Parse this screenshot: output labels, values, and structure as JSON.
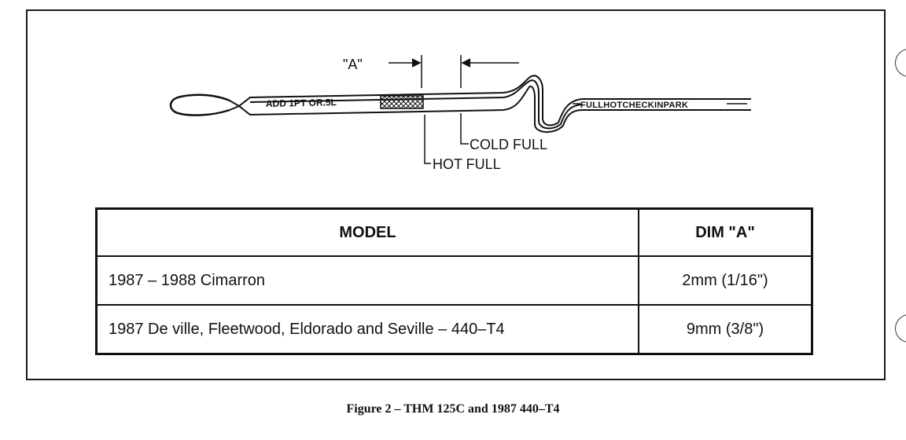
{
  "diagram": {
    "dim_label": "\"A\"",
    "dipstick_low_text": "ADD 1PT OR.5L",
    "dipstick_high_text": "FULLHOTCHECKINPARK",
    "cold_full_label": "COLD FULL",
    "hot_full_label": "HOT FULL"
  },
  "table": {
    "headers": {
      "model": "MODEL",
      "dim": "DIM \"A\""
    },
    "rows": [
      {
        "model": "1987 – 1988 Cimarron",
        "dim": "2mm (1/16\")"
      },
      {
        "model": "1987 De ville, Fleetwood, Eldorado and Seville – 440–T4",
        "dim": "9mm (3/8\")"
      }
    ]
  },
  "caption": "Figure 2 – THM 125C and 1987 440–T4"
}
